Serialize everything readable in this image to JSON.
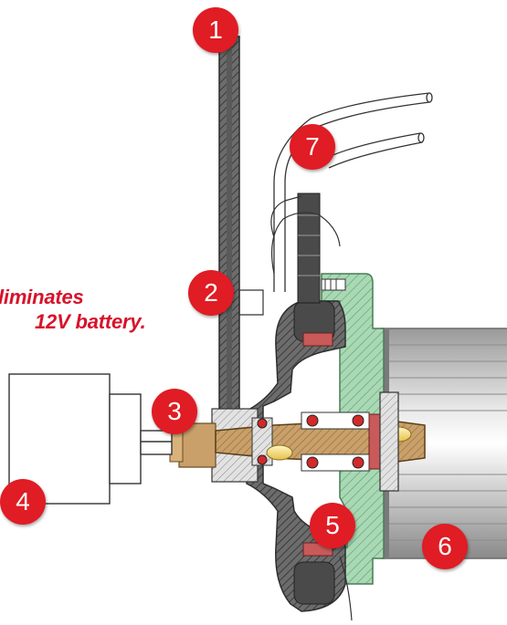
{
  "callout": {
    "line1": "liminates",
    "line2": "12V battery."
  },
  "badges": [
    "1",
    "2",
    "3",
    "4",
    "5",
    "6",
    "7"
  ],
  "colors": {
    "badge_red": "#e01c24",
    "callout_red": "#d8122a",
    "housing_gray": "#6a6a6a",
    "cover_green": "#a9d9b4",
    "shaft_tan": "#c9a06a",
    "bearing_red": "#d22a2a",
    "seal_pink": "#c95a5a"
  }
}
